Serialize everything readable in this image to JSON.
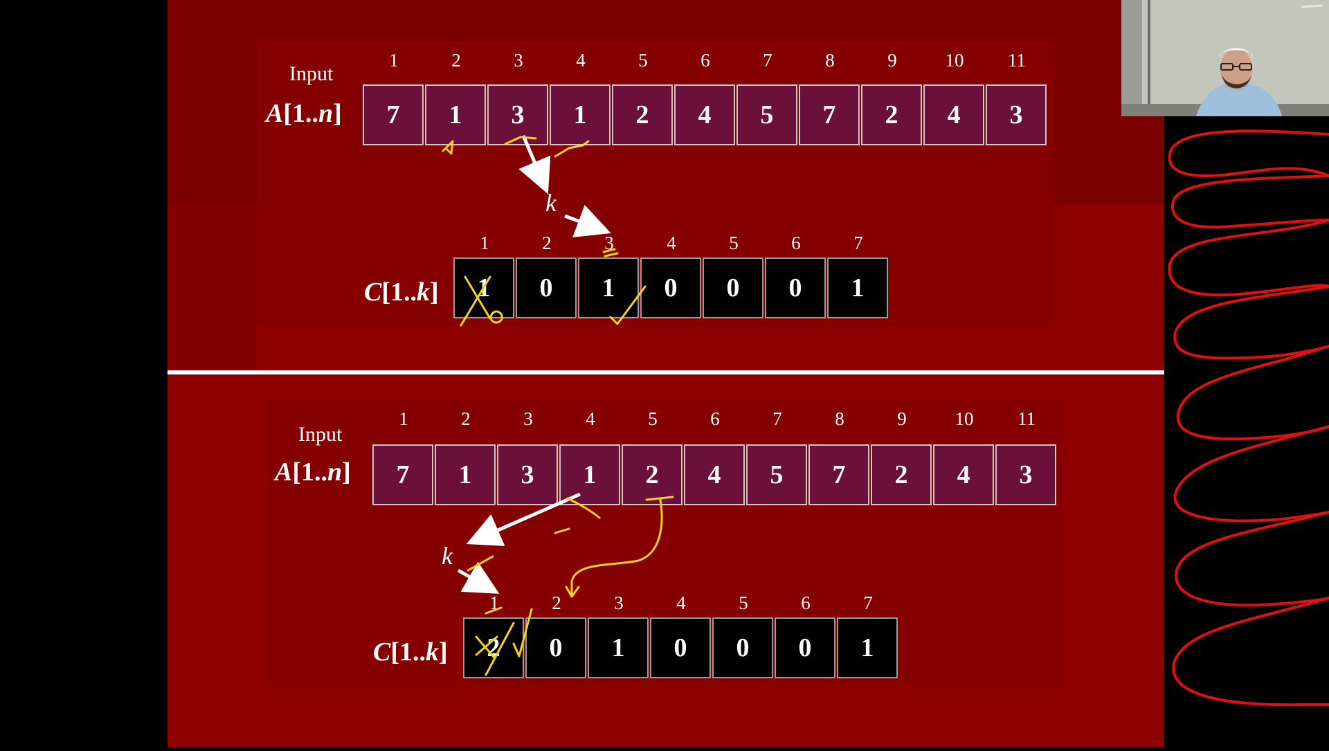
{
  "slide": {
    "top": {
      "input_label": "Input",
      "array_a_name": "A",
      "array_a_range": "[1..",
      "array_a_n": "n",
      "array_a_close": "]",
      "a_indices": [
        "1",
        "2",
        "3",
        "4",
        "5",
        "6",
        "7",
        "8",
        "9",
        "10",
        "11"
      ],
      "a_values": [
        "7",
        "1",
        "3",
        "1",
        "2",
        "4",
        "5",
        "7",
        "2",
        "4",
        "3"
      ],
      "k_label": "k",
      "array_c_name": "C",
      "array_c_range": "[1..",
      "array_c_k": "k",
      "array_c_close": "]",
      "c_indices": [
        "1",
        "2",
        "3",
        "4",
        "5",
        "6",
        "7"
      ],
      "c_values": [
        "1",
        "0",
        "1",
        "0",
        "0",
        "0",
        "1"
      ]
    },
    "bottom": {
      "input_label": "Input",
      "array_a_name": "A",
      "array_a_range": "[1..",
      "array_a_n": "n",
      "array_a_close": "]",
      "a_indices": [
        "1",
        "2",
        "3",
        "4",
        "5",
        "6",
        "7",
        "8",
        "9",
        "10",
        "11"
      ],
      "a_values": [
        "7",
        "1",
        "3",
        "1",
        "2",
        "4",
        "5",
        "7",
        "2",
        "4",
        "3"
      ],
      "k_label": "k",
      "array_c_name": "C",
      "array_c_range": "[1..",
      "array_c_k": "k",
      "array_c_close": "]",
      "c_indices": [
        "1",
        "2",
        "3",
        "4",
        "5",
        "6",
        "7"
      ],
      "c_values": [
        "2",
        "0",
        "1",
        "0",
        "0",
        "0",
        "1"
      ]
    }
  },
  "colors": {
    "slide_bg": "#8c0000",
    "array_a_cell": "#6b0f3b",
    "array_c_cell": "#000000",
    "annotation_yellow": "#f5d21b",
    "annotation_red": "#e01010"
  }
}
